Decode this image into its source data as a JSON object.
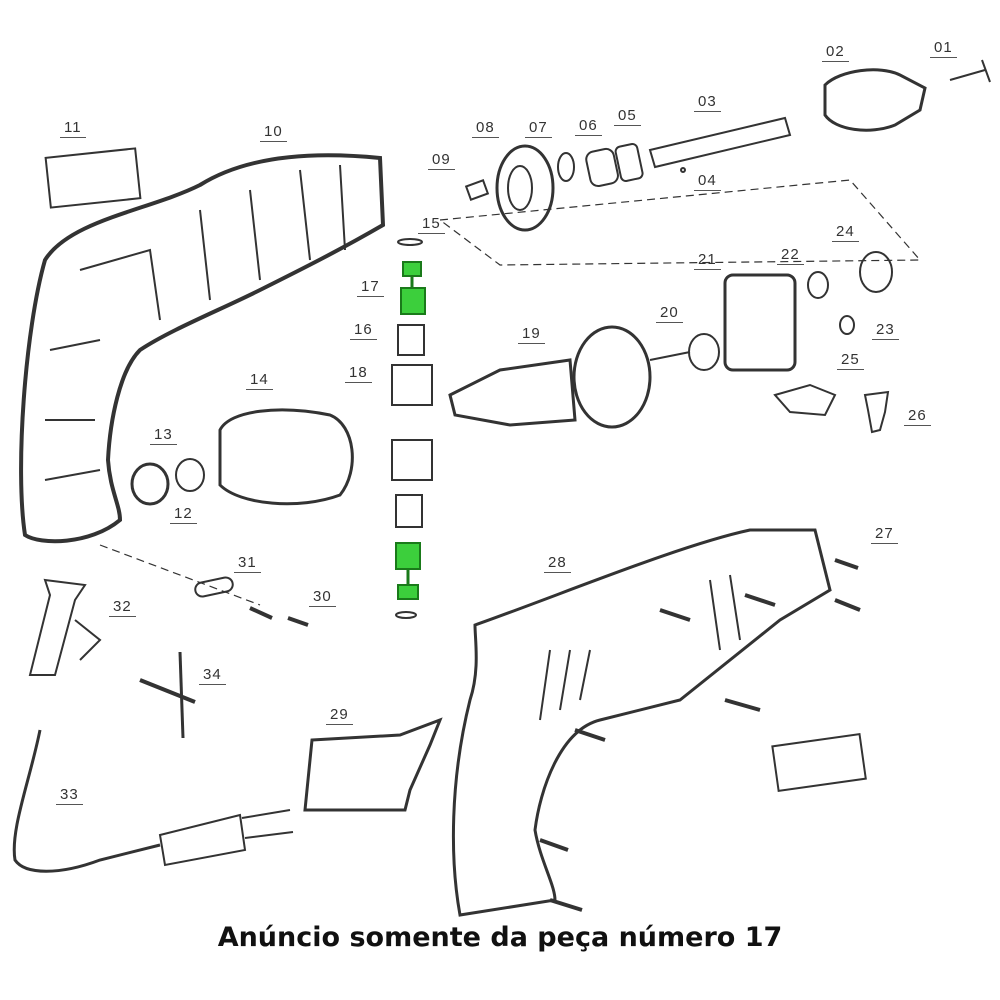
{
  "caption": "Anúncio somente da peça número 17",
  "highlight_color": "#3ccf3c",
  "highlighted_part": "17",
  "parts": {
    "p01": "01",
    "p02": "02",
    "p03": "03",
    "p04": "04",
    "p05": "05",
    "p06": "06",
    "p07": "07",
    "p08": "08",
    "p09": "09",
    "p10": "10",
    "p11": "11",
    "p12": "12",
    "p13": "13",
    "p14": "14",
    "p15": "15",
    "p16": "16",
    "p17": "17",
    "p18": "18",
    "p19": "19",
    "p20": "20",
    "p21": "21",
    "p22": "22",
    "p23": "23",
    "p24": "24",
    "p25": "25",
    "p26": "26",
    "p27": "27",
    "p28": "28",
    "p29": "29",
    "p30": "30",
    "p31": "31",
    "p32": "32",
    "p33": "33",
    "p34": "34"
  }
}
